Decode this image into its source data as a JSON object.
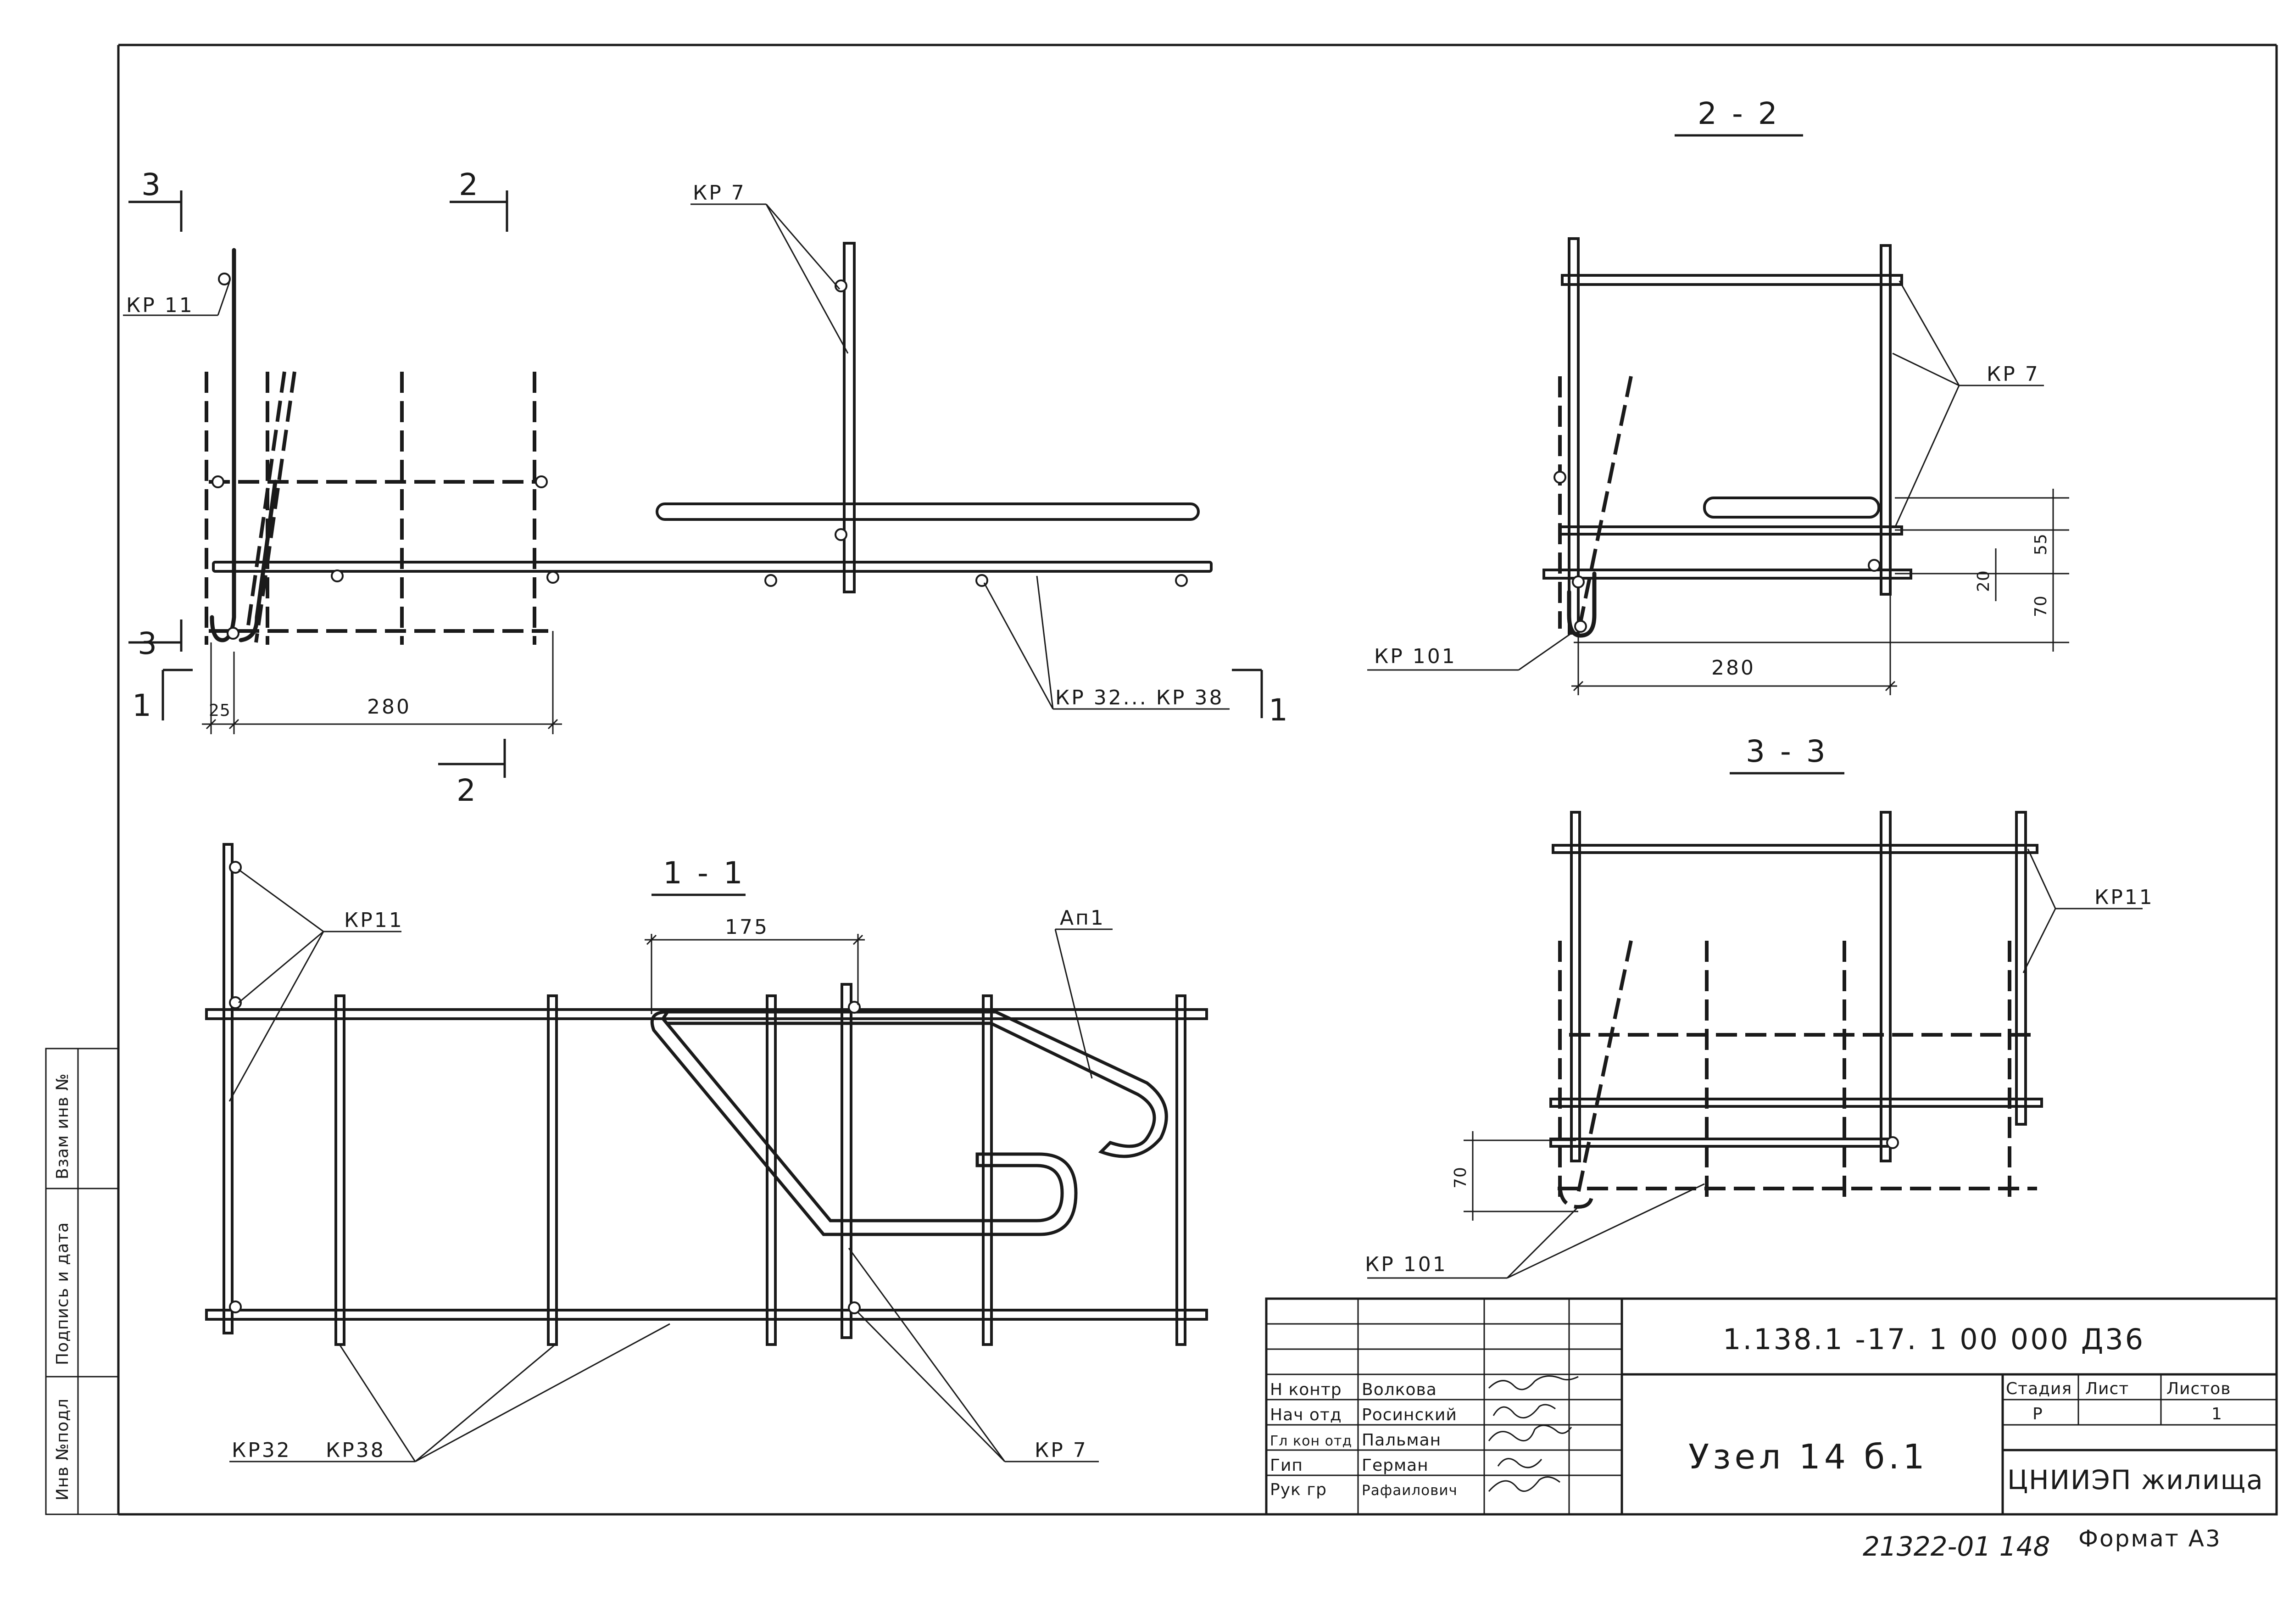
{
  "drawing": {
    "sections": {
      "s1": "1 - 1",
      "s2": "2 - 2",
      "s3": "3 - 3"
    },
    "cut_marks": {
      "c1": "1",
      "c2": "2",
      "c3": "3"
    },
    "labels": {
      "kp11": "КР11",
      "kp11_top": "КР 11",
      "kp7": "КР 7",
      "kp7_b": "КР7",
      "kp101": "КР 101",
      "kp32_38_top": "КР 32... КР 38",
      "kp32": "КР32",
      "kp38": "КР38",
      "ap1": "Ап1"
    },
    "dims": {
      "d280": "280",
      "d25": "25",
      "d175": "175",
      "d55": "55",
      "d20": "20",
      "d70": "70"
    }
  },
  "side_stamp": {
    "inv_podl": "Инв №подл",
    "podpis_data": "Подпись и дата",
    "vzam_inv": "Взам инв №"
  },
  "title_block": {
    "doc_code": "1.138.1 -17. 1 00 000 Д36",
    "title": "Узел 14 б.1",
    "org": "ЦНИИЭП жилища",
    "stage_header": "Стадия",
    "sheet_header": "Лист",
    "sheets_header": "Листов",
    "stage": "Р",
    "sheet": "",
    "sheets": "1",
    "roles": [
      {
        "role": "Н контр",
        "name": "Волкова"
      },
      {
        "role": "Нач отд",
        "name": "Росинский"
      },
      {
        "role": "Гл кон отд",
        "name": "Пальман"
      },
      {
        "role": "Гип",
        "name": "Герман"
      },
      {
        "role": "Рук гр",
        "name": "Рафаилович"
      }
    ]
  },
  "footer": {
    "number": "21322-01 148",
    "format": "Формат А3"
  }
}
